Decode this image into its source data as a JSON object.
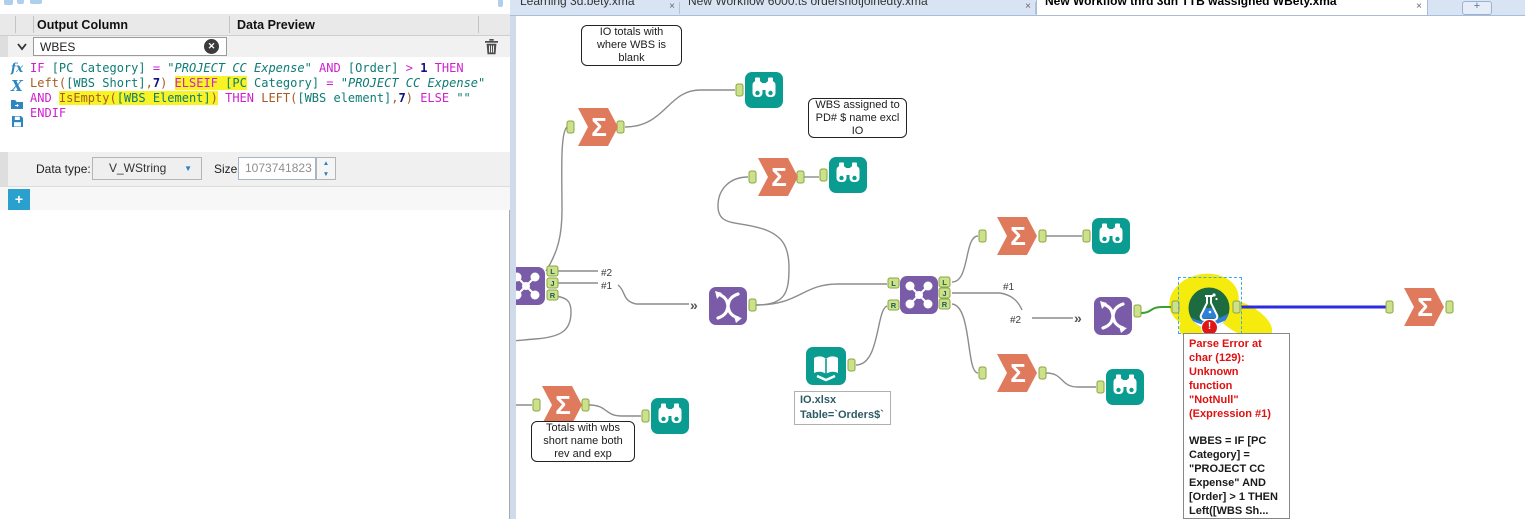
{
  "tabs": {
    "t1": {
      "label": "Learning 3d.bety.xma",
      "close": "×"
    },
    "t2": {
      "label": "New Workflow 6000.ts ordershotjoinedty.xma",
      "close": "×"
    },
    "t3": {
      "label": "New Workflow thrd 3dh TTB wassigned WBety.xma",
      "close": "×"
    },
    "new_tab": "+"
  },
  "left": {
    "header": {
      "c1": "Output Column",
      "c2": "Data Preview"
    },
    "row": {
      "value": "WBES",
      "clear": "✕",
      "handle": "≡"
    },
    "editor_icons": {
      "fx": "fx",
      "x": "X"
    },
    "datatype": {
      "label": "Data type:",
      "value": "V_WString",
      "dropdown_arrow": "▼",
      "size_label": "Size:",
      "size_value": "1073741823",
      "spin_up": "▲",
      "spin_down": "▼"
    },
    "add_button": "+",
    "formula": {
      "lines": [
        [
          {
            "t": "IF ",
            "c": "kw"
          },
          {
            "t": "[PC Category]",
            "c": "fld"
          },
          {
            "t": " = ",
            "c": "kw"
          },
          {
            "t": "\"PROJECT CC Expense\"",
            "c": "str"
          },
          {
            "t": " AND ",
            "c": "kw"
          },
          {
            "t": "[Order]",
            "c": "fld"
          },
          {
            "t": " > ",
            "c": "kw"
          },
          {
            "t": "1",
            "c": "num"
          },
          {
            "t": " THEN",
            "c": "kw"
          }
        ],
        [
          {
            "t": "Left(",
            "c": "fn"
          },
          {
            "t": "[WBS Short]",
            "c": "fld"
          },
          {
            "t": ",",
            "c": "fn"
          },
          {
            "t": "7",
            "c": "num"
          },
          {
            "t": ")",
            "c": "fn"
          },
          {
            "t": " ",
            "c": "pl"
          },
          {
            "t": "ELSEIF ",
            "c": "kw",
            "h": 1
          },
          {
            "t": "[PC",
            "c": "fld",
            "h": 1
          },
          {
            "t": " Category]",
            "c": "fld"
          },
          {
            "t": " = ",
            "c": "kw"
          },
          {
            "t": "\"PROJECT CC Expense\"",
            "c": "str"
          }
        ],
        [
          {
            "t": "AND ",
            "c": "kw"
          },
          {
            "t": "IsEmpty(",
            "c": "fn",
            "h": 1
          },
          {
            "t": "[WBS Element]",
            "c": "fld",
            "h": 1
          },
          {
            "t": ")",
            "c": "fn",
            "h": 1
          },
          {
            "t": " ",
            "c": "pl"
          },
          {
            "t": "THEN ",
            "c": "kw"
          },
          {
            "t": "LEFT(",
            "c": "fn"
          },
          {
            "t": "[WBS element]",
            "c": "fld"
          },
          {
            "t": ",",
            "c": "fn"
          },
          {
            "t": "7",
            "c": "num"
          },
          {
            "t": ")",
            "c": "fn"
          },
          {
            "t": " ELSE ",
            "c": "kw"
          },
          {
            "t": "\"\"",
            "c": "str"
          }
        ],
        [
          {
            "t": "ENDIF",
            "c": "kw"
          }
        ]
      ]
    }
  },
  "canvas": {
    "annotations": {
      "a1": "IO totals with where WBS is blank",
      "a2": "WBS assigned to PD# $ name excl IO",
      "a3": "Totals with wbs short name both rev and exp",
      "a4_line1": "IO.xlsx",
      "a4_line2": "Table=`Orders$`"
    },
    "conn_labels": {
      "u1_top": "#2",
      "u1_bottom": "#1",
      "u2_top": "#1",
      "u2_bottom": "#2"
    },
    "anchor_letters": {
      "L": "L",
      "J": "J",
      "R": "R"
    },
    "union_input": "»",
    "sigma": "Σ",
    "badge": "!",
    "tooltip": {
      "error": "Parse Error at char (129): Unknown function \"NotNull\" (Expression #1)",
      "expression": "WBES = IF [PC Category] = \"PROJECT CC Expense\" AND [Order] > 1 THEN Left([WBS Sh..."
    }
  }
}
